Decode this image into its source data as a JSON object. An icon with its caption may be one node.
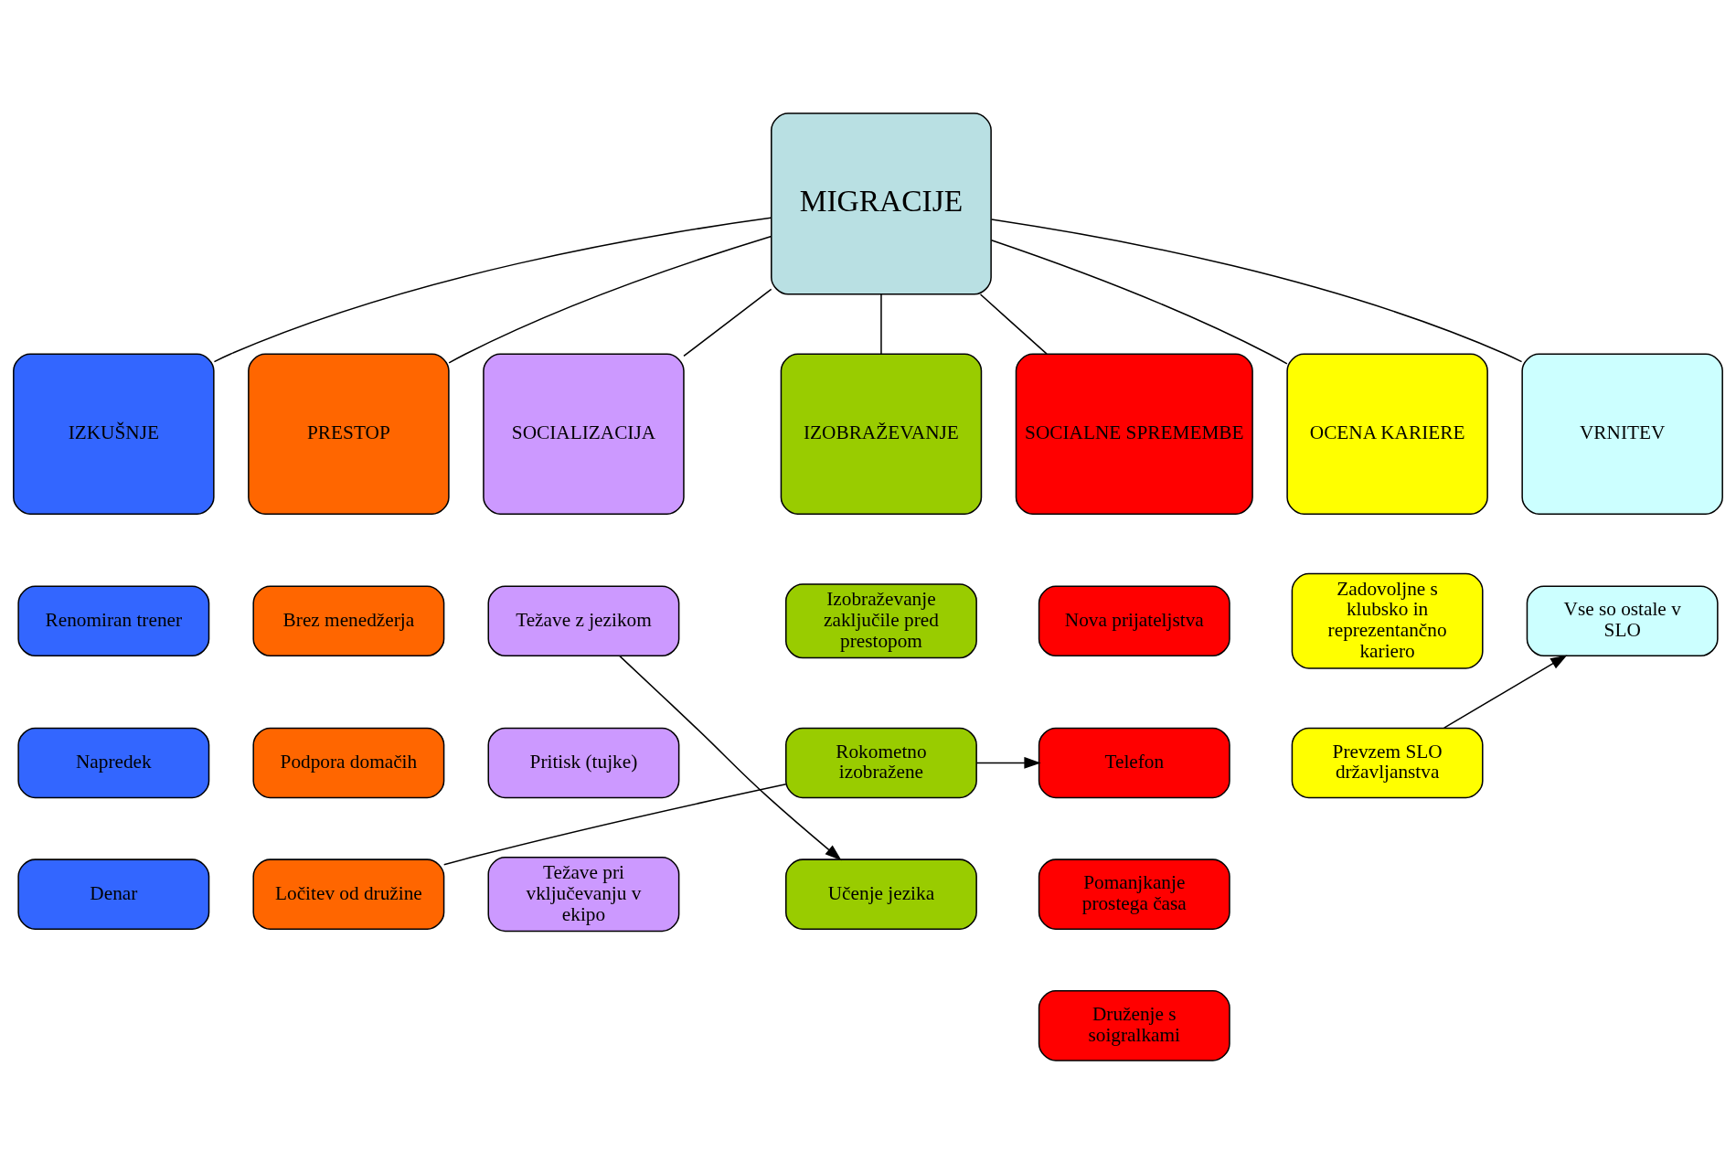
{
  "diagram": {
    "nodes": [
      {
        "text": [
          "MIGRACIJE"
        ]
      },
      {
        "text": [
          "IZKUŠNJE"
        ]
      },
      {
        "text": [
          "PRESTOP"
        ]
      },
      {
        "text": [
          "SOCIALIZACIJA"
        ]
      },
      {
        "text": [
          "IZOBRAŽEVANJE"
        ]
      },
      {
        "text": [
          "SOCIALNE SPREMEMBE"
        ]
      },
      {
        "text": [
          "OCENA KARIERE"
        ]
      },
      {
        "text": [
          "VRNITEV"
        ]
      },
      {
        "text": [
          "Renomiran trener"
        ]
      },
      {
        "text": [
          "Napredek"
        ]
      },
      {
        "text": [
          "Denar"
        ]
      },
      {
        "text": [
          "Brez menedžerja"
        ]
      },
      {
        "text": [
          "Podpora domačih"
        ]
      },
      {
        "text": [
          "Ločitev od družine"
        ]
      },
      {
        "text": [
          "Težave z jezikom"
        ]
      },
      {
        "text": [
          "Pritisk (tujke)"
        ]
      },
      {
        "text": [
          "Težave pri vključevanju v ekipo"
        ]
      },
      {
        "text": [
          "Izobraževanje zaključile pred prestopom"
        ]
      },
      {
        "text": [
          "Rokometno izobražene"
        ]
      },
      {
        "text": [
          "Učenje jezika"
        ]
      },
      {
        "text": [
          "Nova prijateljstva"
        ]
      },
      {
        "text": [
          "Telefon"
        ]
      },
      {
        "text": [
          "Pomanjkanje prostega časa"
        ]
      },
      {
        "text": [
          "Druženje s soigralkami"
        ]
      },
      {
        "text": [
          "Zadovoljne s klubsko in reprezentančno kariero"
        ]
      },
      {
        "text": [
          "Prevzem SLO državljanstva"
        ]
      },
      {
        "text": [
          "Vse so ostale v SLO"
        ]
      }
    ],
    "edges": [
      {
        "from": 0,
        "to": 1,
        "arrow": "none"
      },
      {
        "from": 0,
        "to": 2,
        "arrow": "none"
      },
      {
        "from": 0,
        "to": 3,
        "arrow": "none"
      },
      {
        "from": 0,
        "to": 4,
        "arrow": "none"
      },
      {
        "from": 0,
        "to": 5,
        "arrow": "none"
      },
      {
        "from": 0,
        "to": 6,
        "arrow": "none"
      },
      {
        "from": 0,
        "to": 7,
        "arrow": "none"
      },
      {
        "from": 14,
        "to": 19,
        "arrow": "to"
      },
      {
        "from": 13,
        "to": 18,
        "arrow": "none"
      },
      {
        "from": 18,
        "to": 21,
        "arrow": "to"
      },
      {
        "from": 25,
        "to": 26,
        "arrow": "to"
      }
    ]
  }
}
